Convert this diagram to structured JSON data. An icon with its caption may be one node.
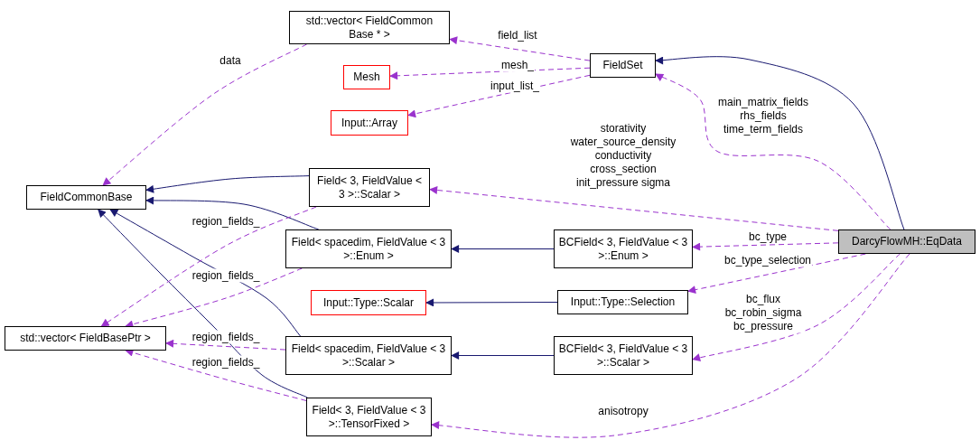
{
  "diagram": {
    "nodes": [
      {
        "text": [
          "std::vector< FieldCommon Base * >"
        ]
      },
      {
        "text": [
          "Mesh"
        ]
      },
      {
        "text": [
          "FieldSet"
        ]
      },
      {
        "text": [
          "Input::Array"
        ]
      },
      {
        "text": [
          "FieldCommonBase"
        ]
      },
      {
        "text": [
          "Field< 3, FieldValue < 3 >::Scalar >"
        ]
      },
      {
        "text": [
          "DarcyFlowMH::EqData"
        ]
      },
      {
        "text": [
          "Field< spacedim, FieldValue < 3 >::Enum >"
        ]
      },
      {
        "text": [
          "BCField< 3, FieldValue < 3 >::Enum >"
        ]
      },
      {
        "text": [
          "Input::Type::Scalar"
        ]
      },
      {
        "text": [
          "Input::Type::Selection"
        ]
      },
      {
        "text": [
          "std::vector< FieldBasePtr >"
        ]
      },
      {
        "text": [
          "Field< spacedim, FieldValue < 3 >::Scalar >"
        ]
      },
      {
        "text": [
          "BCField< 3, FieldValue < 3 >::Scalar >"
        ]
      },
      {
        "text": [
          "Field< 3, FieldValue < 3 >::TensorFixed >"
        ]
      }
    ],
    "edges": [
      {
        "from": 5,
        "to": 4,
        "arrow": "to",
        "color": "#191970"
      },
      {
        "from": 7,
        "to": 4,
        "arrow": "to",
        "color": "#191970"
      },
      {
        "from": 12,
        "to": 4,
        "arrow": "to",
        "color": "#191970"
      },
      {
        "from": 14,
        "to": 4,
        "arrow": "to",
        "color": "#191970"
      },
      {
        "from": 8,
        "to": 7,
        "arrow": "to",
        "color": "#191970"
      },
      {
        "from": 10,
        "to": 9,
        "arrow": "to",
        "color": "#191970"
      },
      {
        "from": 13,
        "to": 12,
        "arrow": "to",
        "color": "#191970"
      },
      {
        "from": 6,
        "to": 2,
        "arrow": "to",
        "color": "#191970"
      },
      {
        "from": 0,
        "to": 4,
        "arrow": "to",
        "style": "dashed",
        "label": "data"
      },
      {
        "from": 2,
        "to": 0,
        "arrow": "to",
        "style": "dashed",
        "label": "field_list"
      },
      {
        "from": 2,
        "to": 1,
        "arrow": "to",
        "style": "dashed",
        "label": "mesh_"
      },
      {
        "from": 2,
        "to": 3,
        "arrow": "to",
        "style": "dashed",
        "label": "input_list_"
      },
      {
        "from": 6,
        "to": 2,
        "arrow": "to",
        "style": "dashed",
        "label": "main_matrix_fields rhs_fields time_term_fields"
      },
      {
        "from": 6,
        "to": 5,
        "arrow": "to",
        "style": "dashed",
        "label": "storativity water_source_density conductivity cross_section init_pressure sigma"
      },
      {
        "from": 6,
        "to": 8,
        "arrow": "to",
        "style": "dashed",
        "label": "bc_type"
      },
      {
        "from": 6,
        "to": 10,
        "arrow": "to",
        "style": "dashed",
        "label": "bc_type_selection"
      },
      {
        "from": 6,
        "to": 13,
        "arrow": "to",
        "style": "dashed",
        "label": "bc_flux bc_robin_sigma bc_pressure"
      },
      {
        "from": 6,
        "to": 14,
        "arrow": "to",
        "style": "dashed",
        "label": "anisotropy"
      },
      {
        "from": 5,
        "to": 11,
        "arrow": "to",
        "style": "dashed",
        "label": "region_fields_"
      },
      {
        "from": 7,
        "to": 11,
        "arrow": "to",
        "style": "dashed",
        "label": "region_fields_"
      },
      {
        "from": 12,
        "to": 11,
        "arrow": "to",
        "style": "dashed",
        "label": "region_fields_"
      },
      {
        "from": 14,
        "to": 11,
        "arrow": "to",
        "style": "dashed",
        "label": "region_fields_"
      }
    ]
  }
}
